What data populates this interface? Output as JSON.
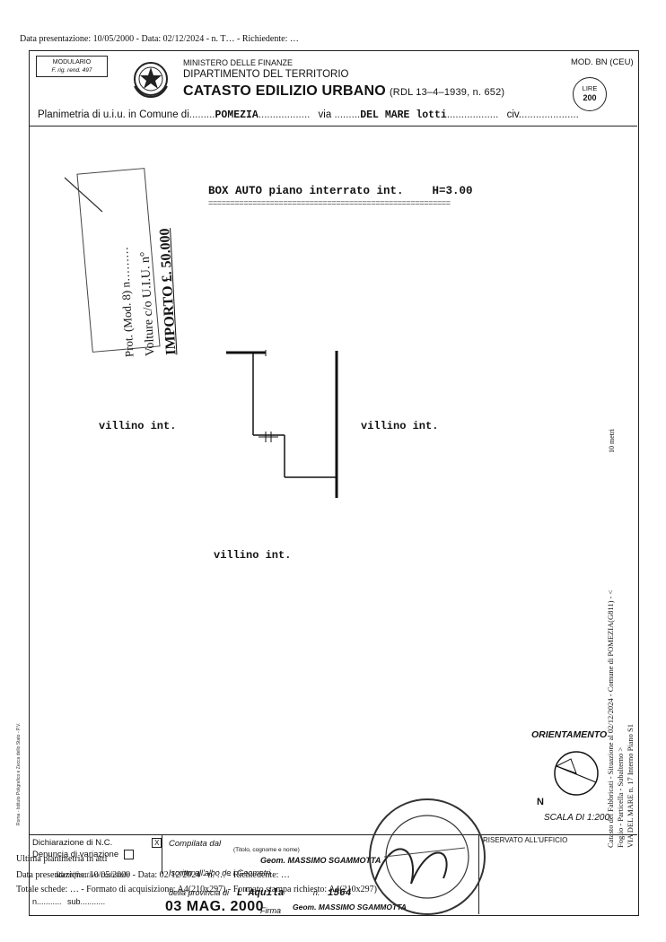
{
  "top_line": "Data presentazione: 10/05/2000 - Data: 02/12/2024 - n. T… - Richiedente: …",
  "header": {
    "modulario": "MODULARIO",
    "modulario_sub": "F. rig. rend. 497",
    "ministry": "MINISTERO DELLE FINANZE",
    "department": "DIPARTIMENTO DEL TERRITORIO",
    "catasto": "CATASTO EDILIZIO URBANO",
    "rdl": "(RDL 13–4–1939, n. 652)",
    "mod": "MOD. BN (CEU)",
    "lire_label": "LIRE",
    "lire_value": "200"
  },
  "location": {
    "label_comune": "Planimetria di u.i.u. in Comune di",
    "comune": "POMEZIA",
    "label_via": "via",
    "via": "DEL MARE lotti",
    "label_civ": "civ."
  },
  "drawing": {
    "title": "BOX AUTO piano interrato int.",
    "height": "H=3.00",
    "label_left": "villino int.",
    "label_right": "villino int.",
    "label_bottom": "villino int."
  },
  "stamp": {
    "line1": "Prot. (Mod. 8) n………",
    "line2": "Volture c/o U.I.U. n°",
    "line3": "IMPORTO £. 50.000"
  },
  "side_text": {
    "line1": "Catasto dei Fabbricati - Situazione al 02/12/2024 - Comune di POMEZIA(G811) - < Foglio   - Particella   - Subalterno  >",
    "line2": "VIA DEL MARE n. 17  Interno   Piano S1",
    "line3": "10 metri"
  },
  "left_vertical": "Roma - Istituto Poligrafico e Zecca dello Stato - P.V.",
  "orientation": {
    "label": "ORIENTAMENTO",
    "north": "N",
    "scale": "SCALA DI 1:200"
  },
  "footer": {
    "dichiarazione": "Dichiarazione di N.C.",
    "denuncia": "Denuncia di variazione",
    "check_mark": "X",
    "compilata": "Compilata dal",
    "titolo_hint": "(Titolo, cognome e nome)",
    "compilatore": "Geom. MASSIMO SGAMMOTTA",
    "iscritto": "Iscritto all'albo de i  Geometri",
    "provincia_label": "della provincia di",
    "provincia": "L'Aquila",
    "n_label": "n.",
    "n_albo": "1564",
    "date": "03 MAG. 2000",
    "firma": "Firma",
    "firma_name": "Geom. MASSIMO SGAMMOTTA",
    "riservato": "RISERVATO ALL'UFFICIO",
    "n_sub": "n.",
    "sub": "sub."
  },
  "overlay_footer": {
    "line1": "Ultima planimetria in atti",
    "line2": "Data presentazione: 10/05/2000 - Data: 02/12/2024 - n. … - Richiedente: …",
    "line3": "Identificativo catastale",
    "line4": "Totale schede: … - Formato di acquisizione: A4(210x297) - Formato stampa richiesto: A4(210x297)"
  }
}
